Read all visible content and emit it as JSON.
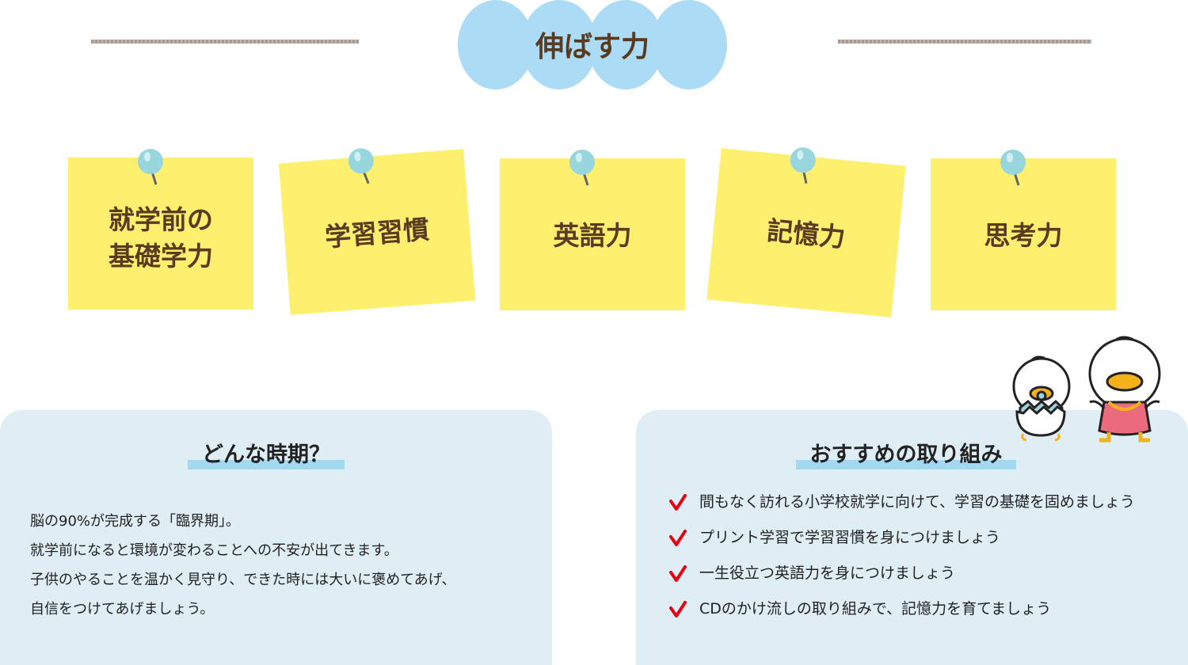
{
  "header": {
    "title": "伸ばす力"
  },
  "notes": [
    {
      "line1": "就学前の",
      "line2": "基礎学力"
    },
    {
      "label": "学習習慣"
    },
    {
      "label": "英語力"
    },
    {
      "label": "記憶力"
    },
    {
      "label": "思考力"
    }
  ],
  "when": {
    "title": "どんな時期？",
    "lines": [
      "脳の90%が完成する「臨界期」。",
      "就学前になると環境が変わることへの不安が出てきます。",
      "子供のやることを温かく見守り、できた時には大いに褒めてあげ、",
      "自信をつけてあげましょう。"
    ]
  },
  "recommend": {
    "title": "おすすめの取り組み",
    "items": [
      "間もなく訪れる小学校就学に向けて、学習の基礎を固めましょう",
      "プリント学習で学習習慣を身につけましょう",
      "一生役立つ英語力を身につけましょう",
      "CDのかけ流しの取り組みで、記憶力を育てましょう"
    ]
  },
  "colors": {
    "note": "#fcf06e",
    "cloud": "#acdcf5",
    "panel": "#dfedf4",
    "check": "#e60012",
    "title_text": "#5a3a20"
  }
}
